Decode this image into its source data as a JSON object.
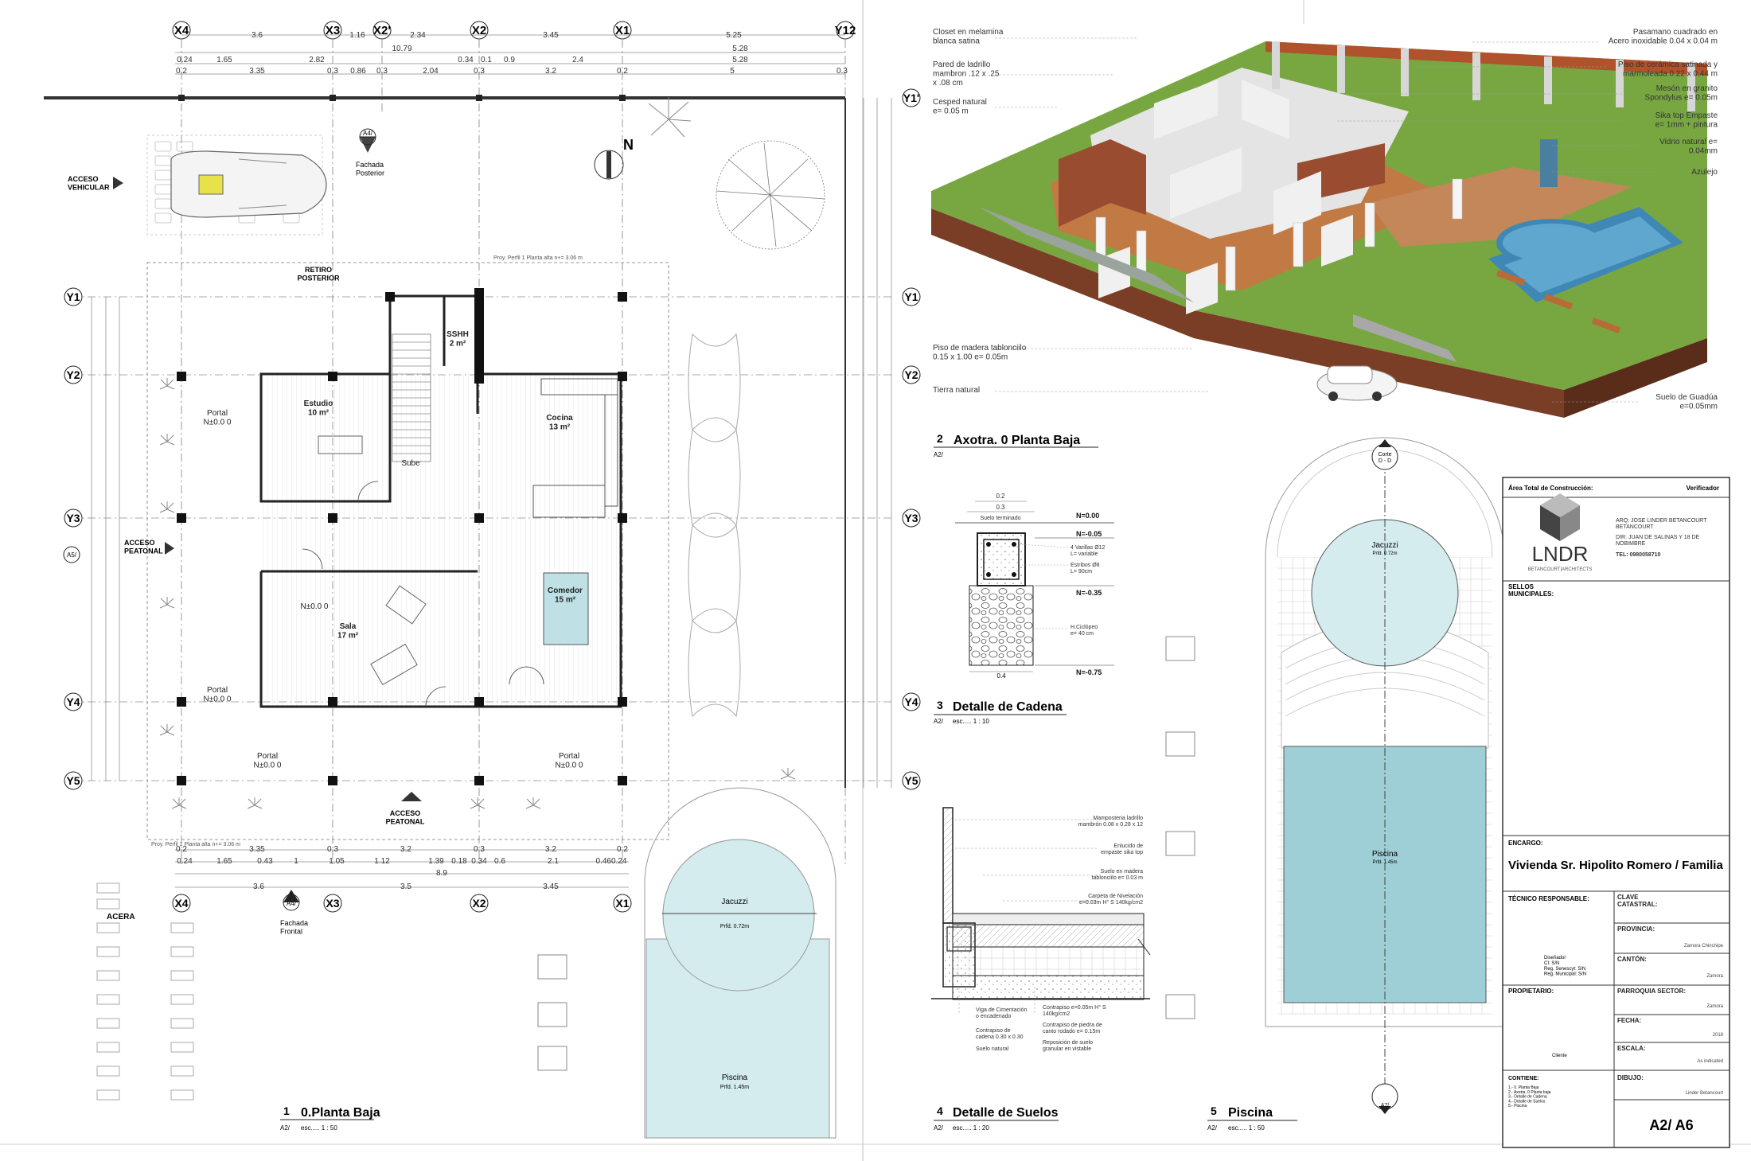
{
  "plan": {
    "grid_top_labels": [
      "X4",
      "X3",
      "X2'",
      "X2",
      "X1",
      "Y12"
    ],
    "grid_bottom_labels": [
      "X4",
      "X3",
      "X2",
      "X1"
    ],
    "grid_left_labels": [
      "Y1",
      "Y2",
      "Y3",
      "Y4",
      "Y5"
    ],
    "grid_right_labels": [
      "Y1'",
      "Y1",
      "Y2",
      "Y3",
      "Y4",
      "Y5"
    ],
    "dim_row1": [
      "3.6",
      "1.16",
      "2.34",
      "3.45",
      "5.25"
    ],
    "dim_total": [
      "10.79",
      "5.28"
    ],
    "dim_row2": [
      "0.24",
      "1.65",
      "2.82",
      "0.34",
      "0.1",
      "0.9",
      "2.4",
      "5.28"
    ],
    "dim_row3": [
      "0.2",
      "3.35",
      "0.3",
      "0.86",
      "0.3",
      "2.04",
      "0.3",
      "3.2",
      "0.2",
      "5",
      "0.3"
    ],
    "dim_bottom1": [
      "0.2",
      "3.35",
      "0.3",
      "3.2",
      "0.3",
      "3.2",
      "0.2"
    ],
    "dim_bottom2": [
      "0.24",
      "1.65",
      "0.43",
      "1",
      "1.05",
      "1.12",
      "1.39",
      "0.18",
      "0.34",
      "0.6",
      "2.1",
      "0.460.24"
    ],
    "dim_bottom3": [
      "8.9"
    ],
    "dim_bottom4": [
      "3.6",
      "3.5",
      "3.45"
    ],
    "acceso_vehicular": "ACCESO\nVEHICULAR",
    "acceso_peatonal_left": "ACCESO\nPEATONAL",
    "acceso_peatonal_bottom": "ACCESO\nPEATONAL",
    "retiro": "RETIRO\nPOSTERIOR",
    "fachada_posterior": "Fachada\nPosterior",
    "fachada_frontal": "Fachada\nFrontal",
    "acera": "ACERA",
    "ref_a4": "A4/",
    "ref_a5": "A5/",
    "north": "N",
    "rooms": {
      "estudio": "Estudio\n10 m²",
      "sshh": "SSHH\n2 m²",
      "cocina": "Cocina\n13 m²",
      "comedor": "Comedor\n15 m²",
      "sala": "Sala\n17 m²",
      "sube": "Sube",
      "n00": "N±0.0 0"
    },
    "portal": "Portal\nN±0.0 0",
    "proy_label": "Proy. Perfil 1 Planta alta n+= 3.06 m",
    "jacuzzi_plan": "Jacuzzi",
    "jacuzzi_plan_sub": "Prfd. 0.72m",
    "piscina_plan": "Piscina",
    "piscina_plan_sub": "Prfd. 1.45m",
    "title_num": "1",
    "title": "0.Planta Baja",
    "title_ref": "A2/",
    "title_scale": "esc.....     1 : 50"
  },
  "axo": {
    "labels_left": [
      "Closet en melamina\nblanca satina",
      "Pared de ladrillo\nmambron .12 x .25\nx .08 cm",
      "Cesped natural\ne= 0.05 m",
      "Piso de madera tablonciilo\n0.15 x 1.00  e= 0.05m",
      "Tierra natural"
    ],
    "labels_right": [
      "Pasamano cuadrado en\nAcero inoxidable 0.04 x 0.04 m",
      "Piso de cerámica satinada y\nmarmoleada 0.22 x 0.44 m",
      "Mesón en granito\nSpondylus e= 0.05m",
      "Sika top Empaste\ne= 1mm + pintura",
      "Vidrio natural e=\n0.04mm",
      "Azulejo",
      "Suelo de Guadúa\ne=0.05mm"
    ],
    "title_num": "2",
    "title": "Axotra. 0 Planta Baja",
    "title_ref": "A2/"
  },
  "cadena": {
    "dims": [
      "0.2",
      "0.3"
    ],
    "suelo": "Suelo terminado",
    "n000": "N=0.00",
    "n005": "N=-0.05",
    "n035": "N=-0.35",
    "n075": "N=-0.75",
    "varillas": "4 Varillas Ø12\nL= variable",
    "estribos": "Estribos Ø8\nL= 90cm",
    "hciclopeo": "H.Ciclópeo\ne= 40 cm",
    "w04": "0.4",
    "title_num": "3",
    "title": "Detalle de Cadena",
    "title_ref": "A2/",
    "title_scale": "esc.....     1 : 10"
  },
  "suelos": {
    "labels_right": [
      "Mamposteria ladrillo\nmambrón 0.08 x 0.28 x 12",
      "Enlucido de\nempaste sika top",
      "Suelo en madera\ntablonciilo e= 0.03 m",
      "Carpeta de Nivelación\ne=0.03m  H° S 140kg/cm2"
    ],
    "labels_bottom_left": [
      "Viga de Cimentación\no encadenado",
      "Contrapiso de\ncadena 0.30 x 0.30",
      "Suelo natural"
    ],
    "labels_bottom_mid": [
      "Contrapiso e=0.05m H° S\n140kg/cm2",
      "Contrapiso de piedra de\ncanto rodado e= 0.15m",
      "Reposición de suelo\ngranular  en vistable"
    ],
    "title_num": "4",
    "title": "Detalle de Suelos",
    "title_ref": "A2/",
    "title_scale": "esc.....     1 : 20"
  },
  "piscina": {
    "corte": "Corte\nD - D",
    "a7": "A7/",
    "jacuzzi": "Jacuzzi",
    "jacuzzi_sub": "Prfd. 0.72m",
    "piscina": "Piscina",
    "piscina_sub": "Prfd. 1.45m",
    "title_num": "5",
    "title": "Piscina",
    "title_ref": "A2/",
    "title_scale": "esc.....     1 : 50"
  },
  "titleblock": {
    "area_total": "Área Total de Construcción:",
    "verificador": "Verificador",
    "arq": "ARQ: JOSE LINDER BETANCOURT\nBETANCOURT",
    "dir": "DIR: JUAN DE SALINAS Y 18 DE\nNOBIMBRE",
    "tel": "TEL: 0980058710",
    "logo": "LNDR",
    "logo_sub": "BETANCOURT|ARCHITECTS",
    "sellos": "SELLOS\nMUNICIPALES:",
    "encargo": "ENCARGO:",
    "project": "Vivienda Sr. Hipolito Romero / Familia",
    "tecnico": "TÉCNICO RESPONSABLE:",
    "tecnico_val": "Diseñador\nCI: S/N\nReg. Senescyt: S/N\nReg. Municipal: S/N",
    "propietario": "PROPIETARIO:",
    "propietario_val": "Cliente",
    "contiene": "CONTIENE:",
    "contiene_val": "1.- 0. Planta Baja\n2.- Axotra. 0 Planta baja\n3.- Detalle de Cadena\n4.- Detalle de Suelos\n5.- Piscina",
    "fields": [
      {
        "label": "CLAVE\nCATASTRAL:",
        "value": ""
      },
      {
        "label": "PROVINCIA:",
        "value": "Zamora Chinchipe"
      },
      {
        "label": "CANTÓN:",
        "value": "Zamora"
      },
      {
        "label": "PARROQUIA SECTOR:",
        "value": "Zamora"
      },
      {
        "label": "FECHA:",
        "value": "2018"
      },
      {
        "label": "ESCALA:",
        "value": "As indicated"
      },
      {
        "label": "DIBUJO:",
        "value": "Linder Betancourt"
      }
    ],
    "sheet": "A2/ A6"
  },
  "colors": {
    "line": "#222222",
    "water": "#9fcfd6",
    "water_light": "#d4ecee",
    "grass": "#6e9a3c",
    "wood": "#b86b36",
    "wall": "#8b4a34"
  }
}
